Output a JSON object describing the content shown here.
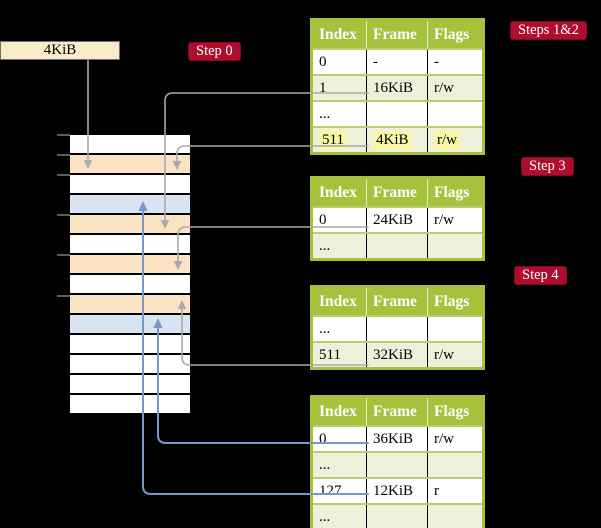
{
  "colors": {
    "background": "#000000",
    "header_green": "#a6c23c",
    "grid_green": "#bcca72",
    "row_tint": "#eef0da",
    "highlight_yellow": "#fbf6a4",
    "frame_peach": "#fbe2c3",
    "frame_blue": "#d9e4f1",
    "frame_white": "#ffffff",
    "badge_red": "#ae0d2e",
    "box_cream": "#faecc9",
    "connector_gray": "#a9a9a9",
    "connector_blue": "#7b97c9"
  },
  "frame_box": {
    "label": "4KiB"
  },
  "badges": {
    "step0": "Step 0",
    "steps12": "Steps 1&2",
    "step3": "Step 3",
    "step4": "Step 4"
  },
  "memory": {
    "rows": [
      "white",
      "peach",
      "white",
      "blue",
      "peach",
      "white",
      "peach",
      "white",
      "peach",
      "blue",
      "white",
      "white",
      "white",
      "white"
    ]
  },
  "tables": [
    {
      "name": "page-table-steps-1-2",
      "headers": [
        "Index",
        "Frame",
        "Flags"
      ],
      "rows": [
        {
          "cells": [
            "0",
            "-",
            "-"
          ]
        },
        {
          "cells": [
            "1",
            "16KiB",
            "r/w"
          ]
        },
        {
          "cells": [
            "...",
            "",
            ""
          ]
        },
        {
          "cells": [
            "511",
            "4KiB",
            "r/w"
          ]
        }
      ]
    },
    {
      "name": "page-table-step-3",
      "headers": [
        "Index",
        "Frame",
        "Flags"
      ],
      "rows": [
        {
          "cells": [
            "0",
            "24KiB",
            "r/w"
          ]
        },
        {
          "cells": [
            "...",
            "",
            ""
          ]
        }
      ]
    },
    {
      "name": "page-table-step-4",
      "headers": [
        "Index",
        "Frame",
        "Flags"
      ],
      "rows": [
        {
          "cells": [
            "...",
            "",
            ""
          ]
        },
        {
          "cells": [
            "511",
            "32KiB",
            "r/w"
          ]
        }
      ]
    },
    {
      "name": "page-table-final",
      "headers": [
        "Index",
        "Frame",
        "Flags"
      ],
      "rows": [
        {
          "cells": [
            "0",
            "36KiB",
            "r/w"
          ]
        },
        {
          "cells": [
            "...",
            "",
            ""
          ]
        },
        {
          "cells": [
            "127",
            "12KiB",
            "r"
          ]
        },
        {
          "cells": [
            "...",
            "",
            ""
          ]
        }
      ]
    }
  ]
}
